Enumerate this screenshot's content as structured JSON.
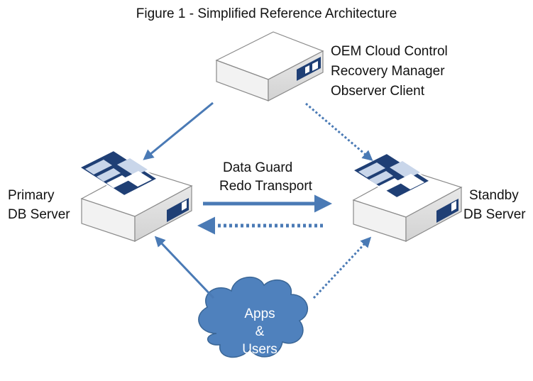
{
  "figure": {
    "title": "Figure 1 - Simplified Reference Architecture"
  },
  "nodes": {
    "management": {
      "lines": [
        "OEM Cloud Control",
        "Recovery Manager",
        "Observer Client"
      ]
    },
    "primary": {
      "lines": [
        "Primary",
        "DB Server"
      ]
    },
    "standby": {
      "lines": [
        "Standby",
        "DB Server"
      ]
    },
    "clients": {
      "lines": [
        "Apps",
        "&",
        "Users"
      ]
    }
  },
  "transport": {
    "lines": [
      "Data Guard",
      "Redo Transport"
    ]
  },
  "colors": {
    "arrow": "#4a7ab5",
    "cloud_fill": "#4f81bd",
    "cloud_stroke": "#3a6696",
    "server_accent": "#1f3f75"
  }
}
